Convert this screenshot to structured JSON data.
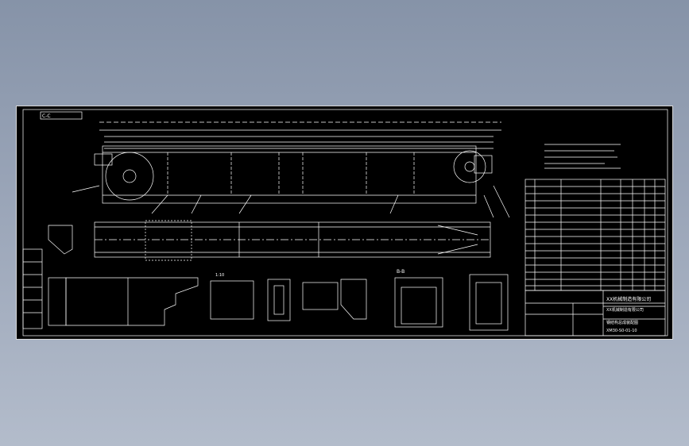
{
  "drawing": {
    "view_label": "C-C",
    "section_b": "B-B",
    "scale_label": "1:10",
    "title_block": {
      "company_line1": "XX机械制造有限公司",
      "company_line2": "XX机械制造有限公司",
      "drawing_name": "钢结构总成装配图",
      "drawing_number": "XM30-S0-01-10"
    }
  },
  "colors": {
    "background": "#000000",
    "lines": "#ffffff",
    "canvas": "#8d99ad"
  },
  "icons": {
    "sheet": "cad-drawing-sheet"
  }
}
